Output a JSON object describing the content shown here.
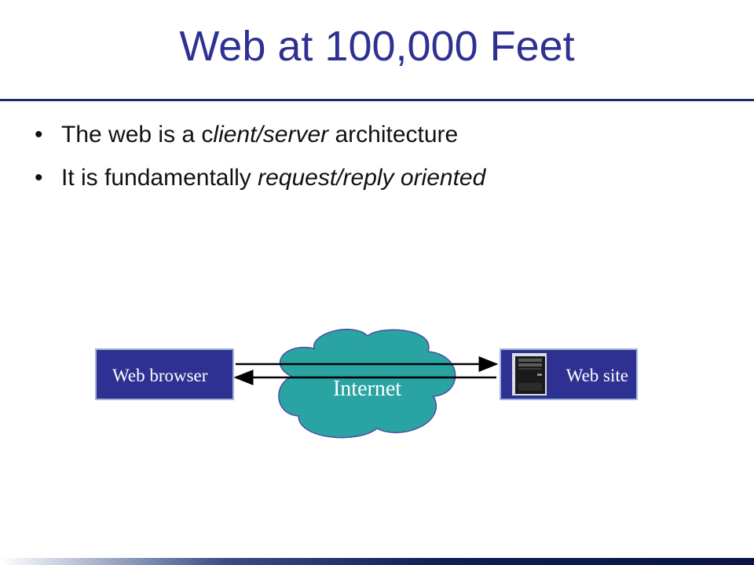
{
  "slide": {
    "title": "Web at 100,000 Feet",
    "bullets": [
      {
        "parts": [
          "The web is a c",
          "lient/server",
          " architecture"
        ]
      },
      {
        "parts": [
          "It is fundamentally ",
          "request/reply oriented",
          ""
        ]
      }
    ]
  },
  "diagram": {
    "browser_label": "Web browser",
    "site_label": "Web site",
    "cloud_label": "Internet",
    "colors": {
      "box_fill": "#2e3192",
      "box_border": "#9fb6d8",
      "cloud_fill": "#2aa3a3",
      "cloud_stroke": "#4a4fa8",
      "arrow": "#000000"
    },
    "icons": [
      "server-tower-icon",
      "arrow-right-icon",
      "arrow-left-icon",
      "cloud-shape"
    ]
  }
}
